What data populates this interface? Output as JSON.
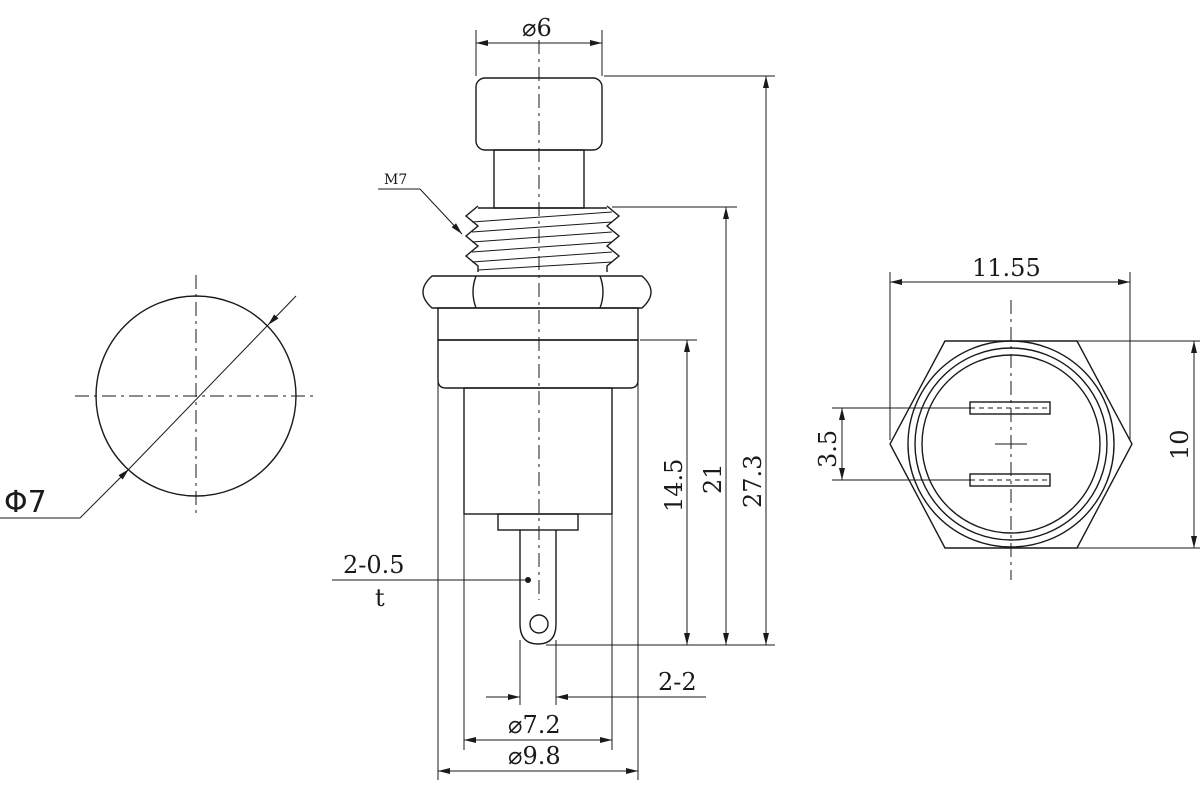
{
  "dimensions": {
    "front_diameter": "Φ7",
    "cap_diameter": "⌀6",
    "thread": "M7",
    "terminal": "2-0.5",
    "terminal_sub": "t",
    "terminal_spacing": "2-2",
    "body_inner_diameter": "⌀7.2",
    "body_outer_diameter": "⌀9.8",
    "height_body": "14.5",
    "height_thread": "21",
    "height_total": "27.3",
    "hex_width": "11.55",
    "terminal_gap": "3.5",
    "hex_height": "10"
  }
}
